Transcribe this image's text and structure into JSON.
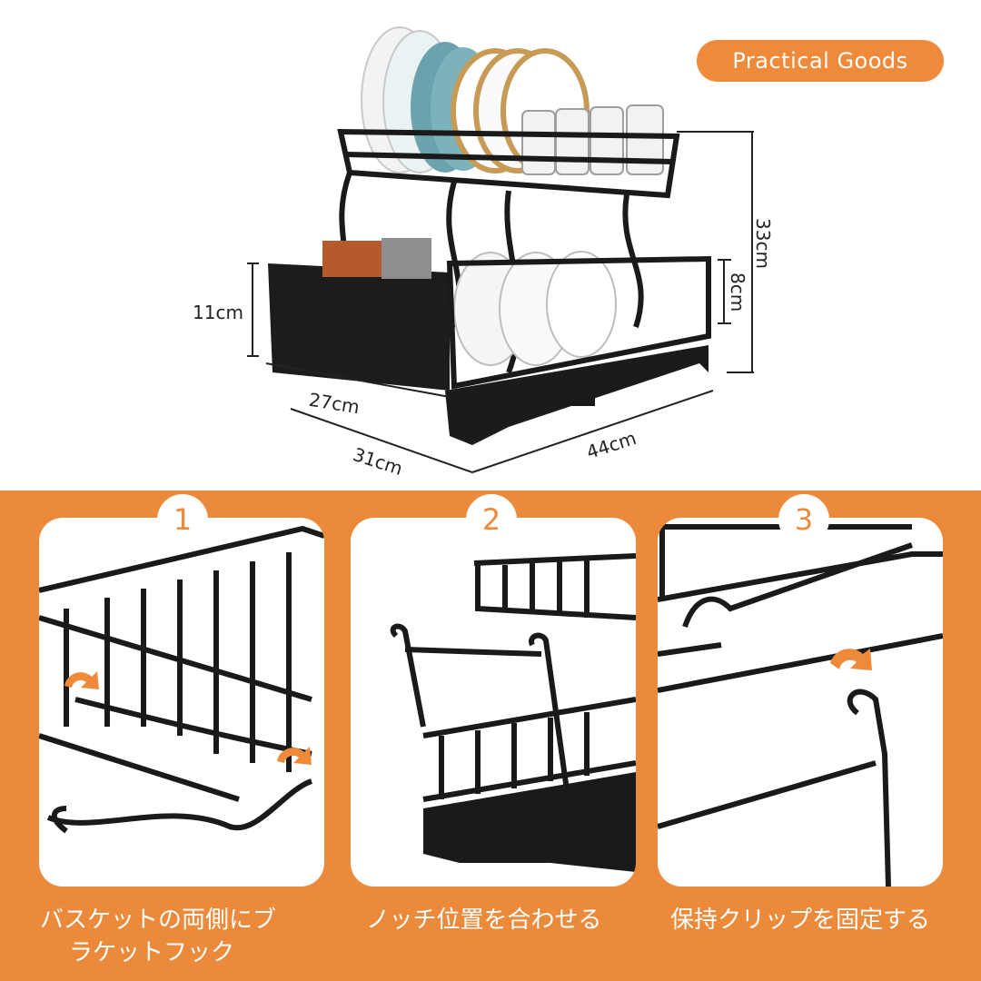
{
  "brand": {
    "label": "Practical Goods"
  },
  "dimensions": {
    "height_total": "33cm",
    "upper_clearance": "8cm",
    "basket_height": "11cm",
    "inner_width": "27cm",
    "depth": "31cm",
    "length": "44cm"
  },
  "steps": [
    {
      "number": "1",
      "caption_line1": "バスケットの両側にブ",
      "caption_line2": "ラケットフック"
    },
    {
      "number": "2",
      "caption_line1": "ノッチ位置を合わせる",
      "caption_line2": ""
    },
    {
      "number": "3",
      "caption_line1": "保持クリップを固定する",
      "caption_line2": ""
    }
  ],
  "colors": {
    "accent": "#ec8a3c",
    "metal": "#1a1a1a",
    "plate_blue": "#6aa3ad",
    "plate_gold": "#c79a55"
  }
}
